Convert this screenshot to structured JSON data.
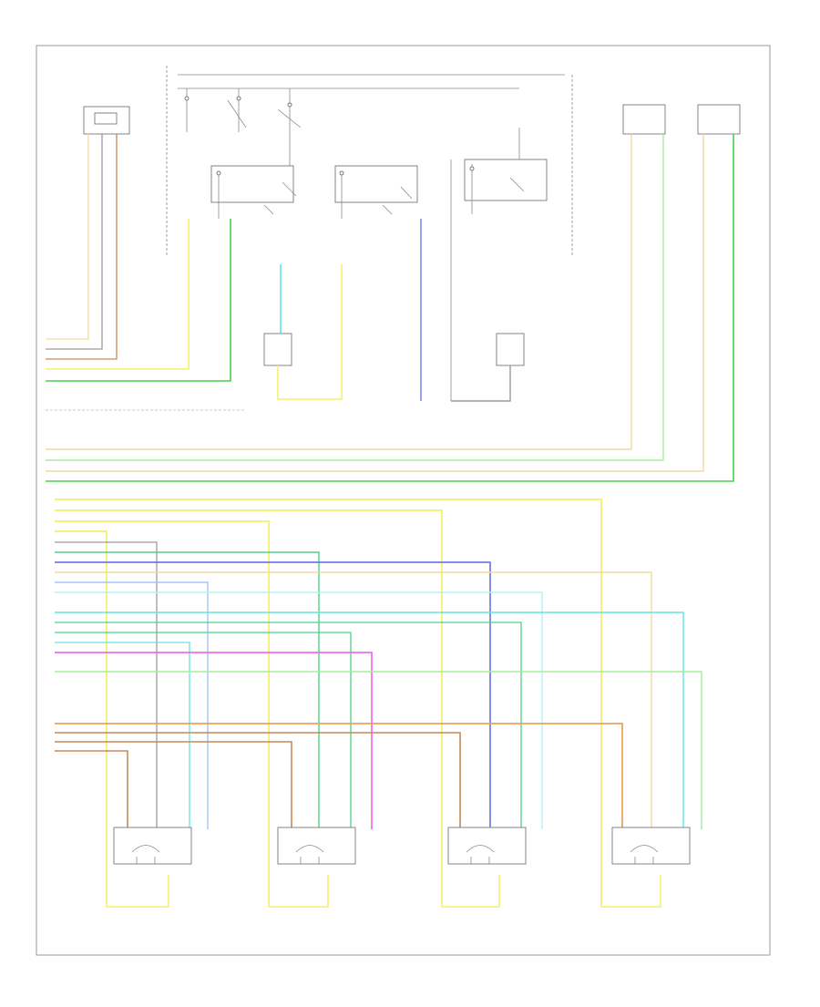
{
  "diagram": {
    "footer_code": "",
    "top_components": [
      {
        "id": "c1",
        "label": ""
      },
      {
        "id": "c2",
        "label": ""
      },
      {
        "id": "c3",
        "label": ""
      },
      {
        "id": "c4",
        "label": ""
      }
    ],
    "bottom_components": [
      {
        "id": "m1",
        "label": ""
      },
      {
        "id": "m2",
        "label": ""
      },
      {
        "id": "m3",
        "label": ""
      },
      {
        "id": "m4",
        "label": ""
      }
    ],
    "colors": {
      "yellow": "#f4f06a",
      "tan": "#f1d9a0",
      "orange": "#e9a35e",
      "green": "#49d04c",
      "light_green": "#a6ee9c",
      "dk_green": "#4ed18c",
      "blue": "#6d7de8",
      "light_blue": "#a6c6f0",
      "cyan": "#5fe6e0",
      "lt_cyan": "#b6f2f2",
      "magenta": "#f06af0",
      "gray": "#9a9a9a",
      "brown": "#c58a58"
    }
  }
}
